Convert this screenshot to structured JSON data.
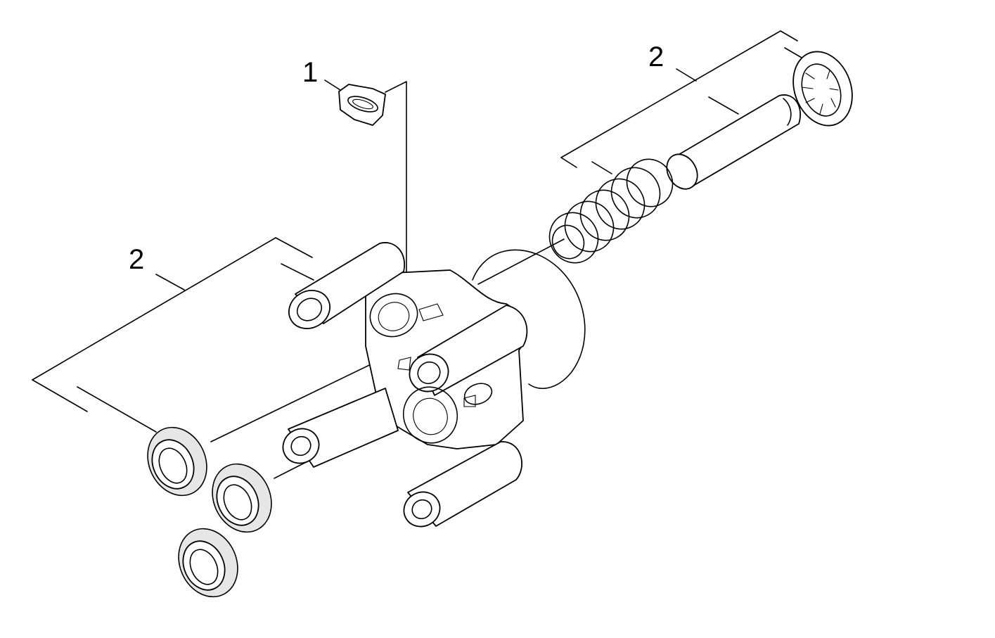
{
  "diagram": {
    "callouts": [
      {
        "id": "callout-1",
        "text": "1"
      },
      {
        "id": "callout-2-left",
        "text": "2"
      },
      {
        "id": "callout-2-right",
        "text": "2"
      }
    ],
    "colors": {
      "line": "#000000",
      "background": "#ffffff",
      "stipple": "#e6e6e6"
    }
  }
}
